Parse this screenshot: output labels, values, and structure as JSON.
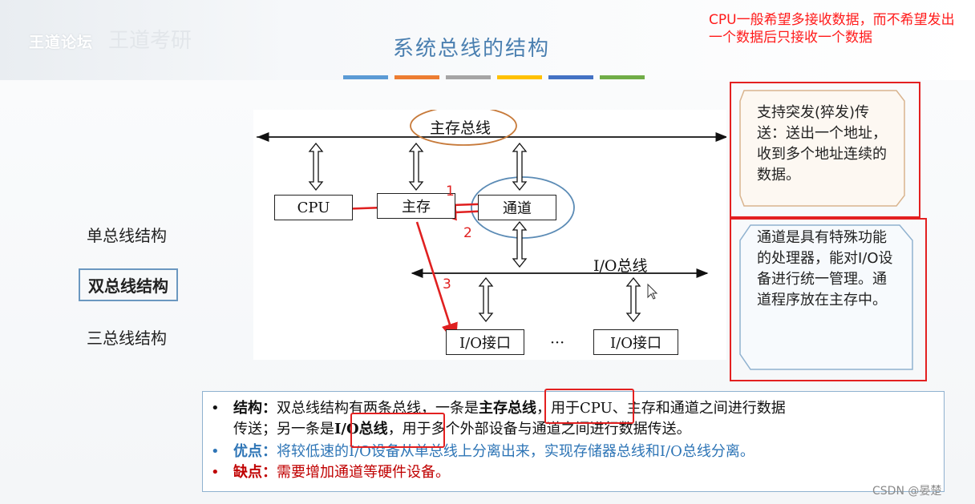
{
  "header": {
    "logo": "王道论坛",
    "logo_sub": "王道考研",
    "title": "系统总线的结构",
    "stripe_colors": [
      "#5b9bd5",
      "#ed7d31",
      "#a5a5a5",
      "#ffc000",
      "#4472c4",
      "#70ad47"
    ]
  },
  "sidebar": {
    "items": [
      {
        "label": "单总线结构"
      },
      {
        "label": "双总线结构"
      },
      {
        "label": "三总线结构"
      }
    ]
  },
  "diagram": {
    "main_bus": "主存总线",
    "io_bus": "I/O总线",
    "cpu": "CPU",
    "memory": "主存",
    "channel": "通道",
    "io_port_1": "I/O接口",
    "io_port_2": "I/O接口",
    "ellipsis": "···",
    "arrow_labels": [
      "1",
      "2",
      "3"
    ]
  },
  "notes": {
    "top": "CPU一般希望多接收数据，而不希望发出一个数据后只接收一个数据",
    "callout_1": "支持突发(猝发)传送：送出一个地址，收到多个地址连续的数据。",
    "callout_2": "通道是具有特殊功能的处理器，能对I/O设备进行统一管理。通道程序放在主存中。"
  },
  "bottom": {
    "structure_label": "结构：",
    "structure_text_1": "双总线结构有两条总线，一条是",
    "structure_bold_1": "主存总线",
    "structure_text_2": "，用于CPU、主存和通道之间进行数据",
    "structure_text_3": "传送；另一条是",
    "structure_bold_2": "I/O总线",
    "structure_text_4": "，用于多个外部设备与通道之间进行数据传送。",
    "advantage_label": "优点：",
    "advantage_text": "将较低速的I/O设备从单总线上分离出来，实现存储器总线和I/O总线分离。",
    "disadvantage_label": "缺点：",
    "disadvantage_text": "需要增加通道等硬件设备。"
  },
  "colors": {
    "accent_blue": "#4a7fb0",
    "advantage": "#2e75b6",
    "disadvantage": "#c00000",
    "annotation_red": "#e32020"
  },
  "watermark": "CSDN @晏楚"
}
